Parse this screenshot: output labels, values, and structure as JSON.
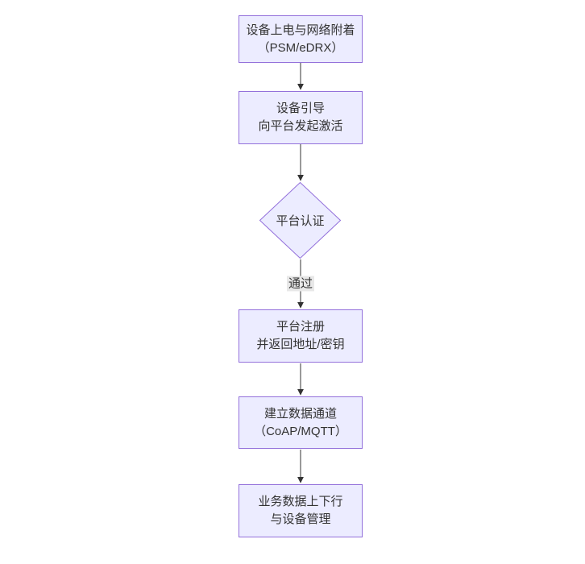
{
  "diagram": {
    "type": "flowchart",
    "direction": "top-down",
    "background": "#ffffff",
    "colors": {
      "node_fill": "#ECECFF",
      "node_border": "#9370DB",
      "arrow": "#333333",
      "edge_label_bg": "#e8e8e8",
      "text": "#333333"
    },
    "nodes": [
      {
        "id": "power-attach",
        "shape": "rect",
        "label": "设备上电与网络附着\n（PSM/eDRX）"
      },
      {
        "id": "bootstrap",
        "shape": "rect",
        "label": "设备引导\n向平台发起激活"
      },
      {
        "id": "platform-auth",
        "shape": "diamond",
        "label": "平台认证"
      },
      {
        "id": "register",
        "shape": "rect",
        "label": "平台注册\n并返回地址/密钥"
      },
      {
        "id": "data-channel",
        "shape": "rect",
        "label": "建立数据通道\n（CoAP/MQTT）"
      },
      {
        "id": "business",
        "shape": "rect",
        "label": "业务数据上下行\n与设备管理"
      }
    ],
    "edges": [
      {
        "from": "power-attach",
        "to": "bootstrap",
        "label": ""
      },
      {
        "from": "bootstrap",
        "to": "platform-auth",
        "label": ""
      },
      {
        "from": "platform-auth",
        "to": "register",
        "label": "通过"
      },
      {
        "from": "register",
        "to": "data-channel",
        "label": ""
      },
      {
        "from": "data-channel",
        "to": "business",
        "label": ""
      }
    ]
  }
}
